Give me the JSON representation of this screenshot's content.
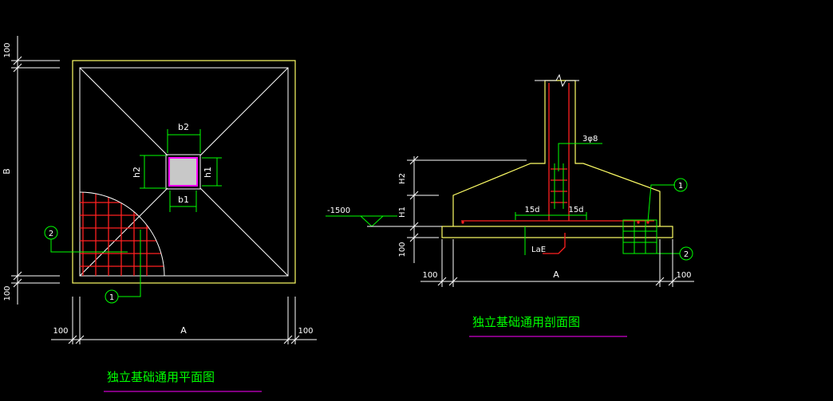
{
  "colors": {
    "background": "#000000",
    "outline": "#ffff66",
    "rebar": "#ff2020",
    "dimension": "#ffffff",
    "leader": "#00ff00",
    "column_border": "#ff00ff",
    "column_fill": "#c8c8c8",
    "title_text": "#00ff00",
    "title_underline": "#ff00ff"
  },
  "plan": {
    "title": "独立基础通用平面图",
    "dims": {
      "top_offset": "100",
      "side_length": "B",
      "bottom_offset": "100",
      "left_offset": "100",
      "width": "A",
      "right_offset": "100",
      "col_width_top": "b2",
      "col_width_bottom": "b1",
      "col_height_left": "h2",
      "col_height_right": "h1"
    },
    "markers": {
      "bar_2": "2",
      "bar_1": "1"
    }
  },
  "section": {
    "title": "独立基础通用剖面图",
    "elevation": "-1500",
    "stirrup": "3φ8",
    "dims": {
      "height_upper": "H2",
      "height_lower": "H1",
      "cushion": "100",
      "left_offset": "100",
      "width": "A",
      "right_offset": "100",
      "anchor_left": "15d",
      "anchor_right": "15d",
      "lap": "LaE"
    },
    "markers": {
      "bar_1": "1",
      "bar_2": "2"
    }
  }
}
